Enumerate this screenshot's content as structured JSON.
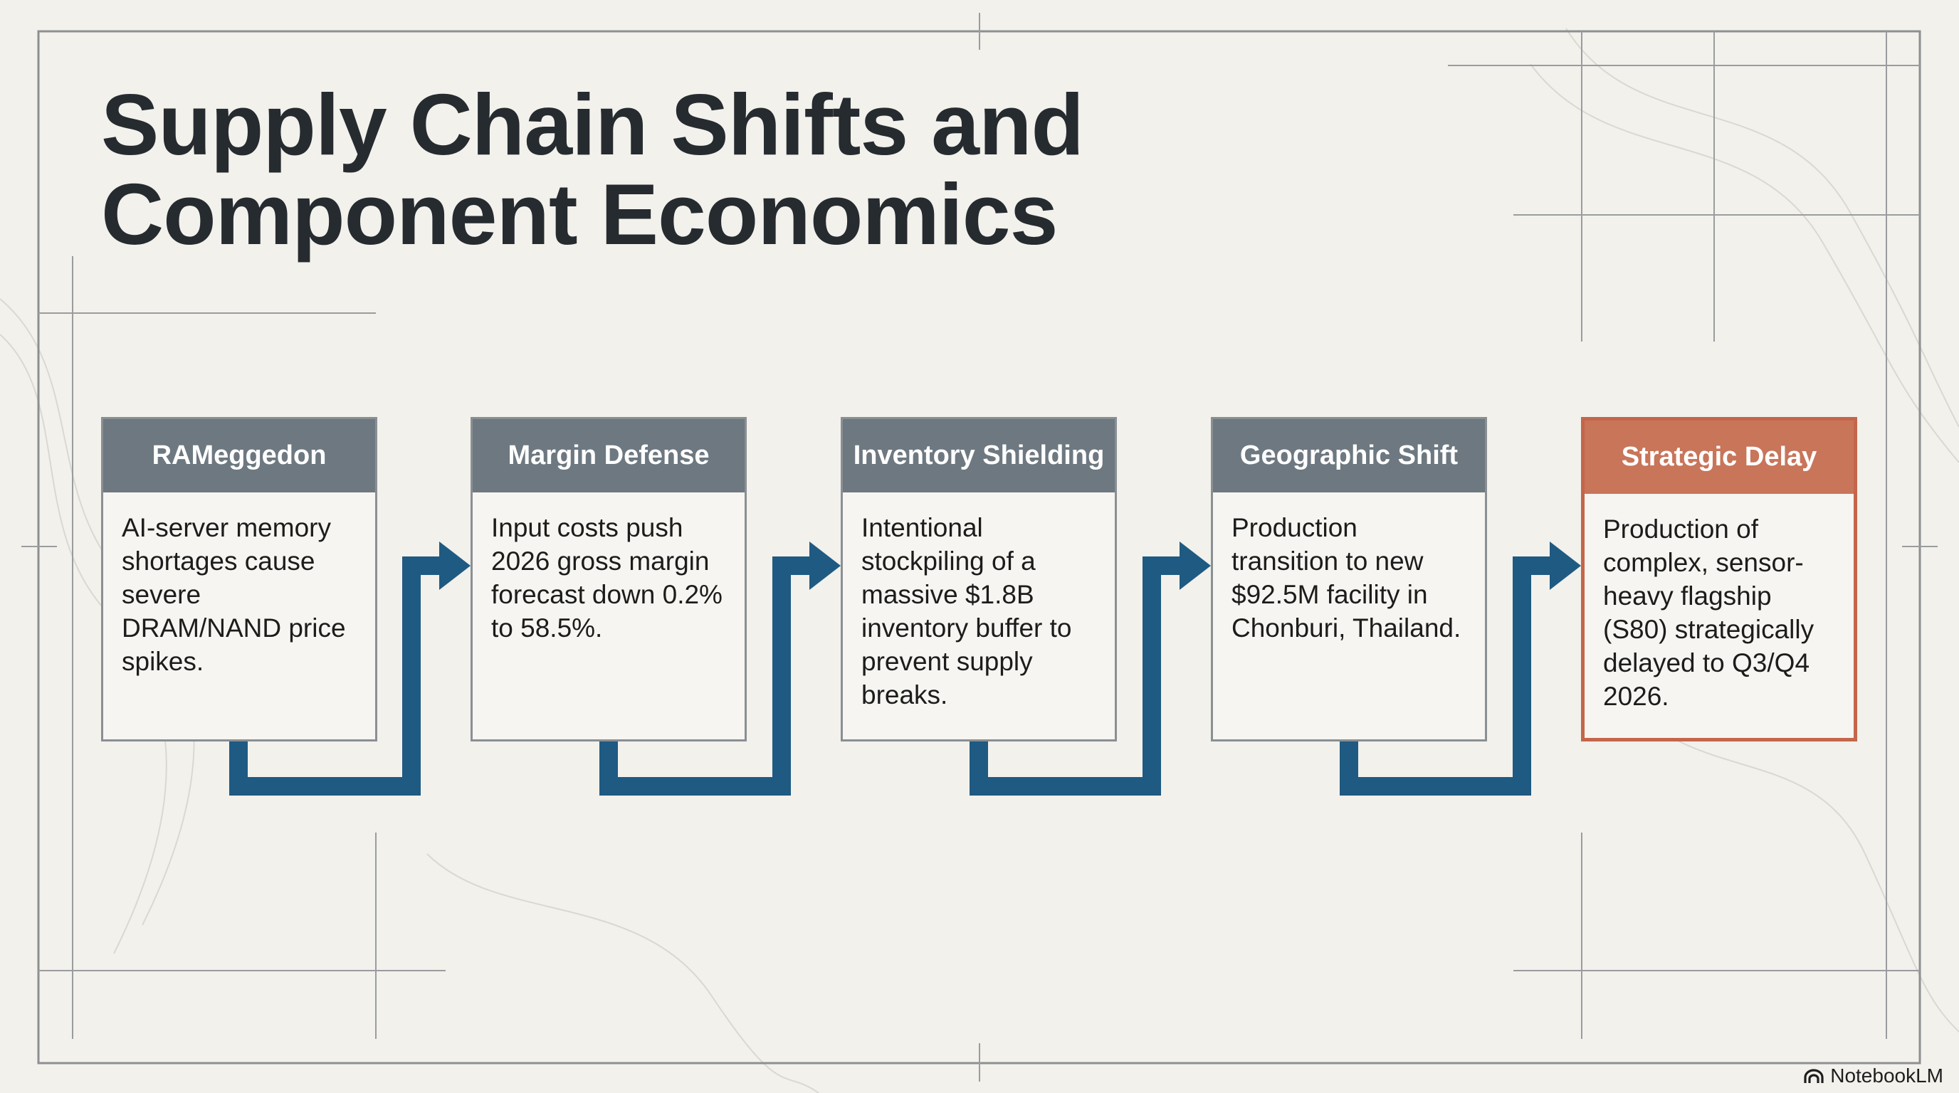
{
  "slide": {
    "title_line1": "Supply Chain Shifts and",
    "title_line2": "Component Economics"
  },
  "steps": [
    {
      "title": "RAMeggedon",
      "text": "AI-server memory shortages cause severe DRAM/NAND price spikes."
    },
    {
      "title": "Margin Defense",
      "text": "Input costs push 2026 gross margin forecast down 0.2% to 58.5%."
    },
    {
      "title": "Inventory Shielding",
      "text": "Intentional stockpiling of a massive $1.8B inventory buffer to prevent supply breaks."
    },
    {
      "title": "Geographic Shift",
      "text": "Production transition to new $92.5M facility in Chonburi, Thailand."
    },
    {
      "title": "Strategic Delay",
      "text": "Production of complex, sensor-heavy flagship (S80) strategically delayed to Q3/Q4 2026."
    }
  ],
  "colors": {
    "header_gray": "#6d7880",
    "accent_orange": "#c8755a",
    "connector_blue": "#1f5a82",
    "title_dark": "#262b30"
  },
  "footer": {
    "brand_icon": "notebooklm-logo-icon",
    "brand_label": "NotebookLM"
  }
}
